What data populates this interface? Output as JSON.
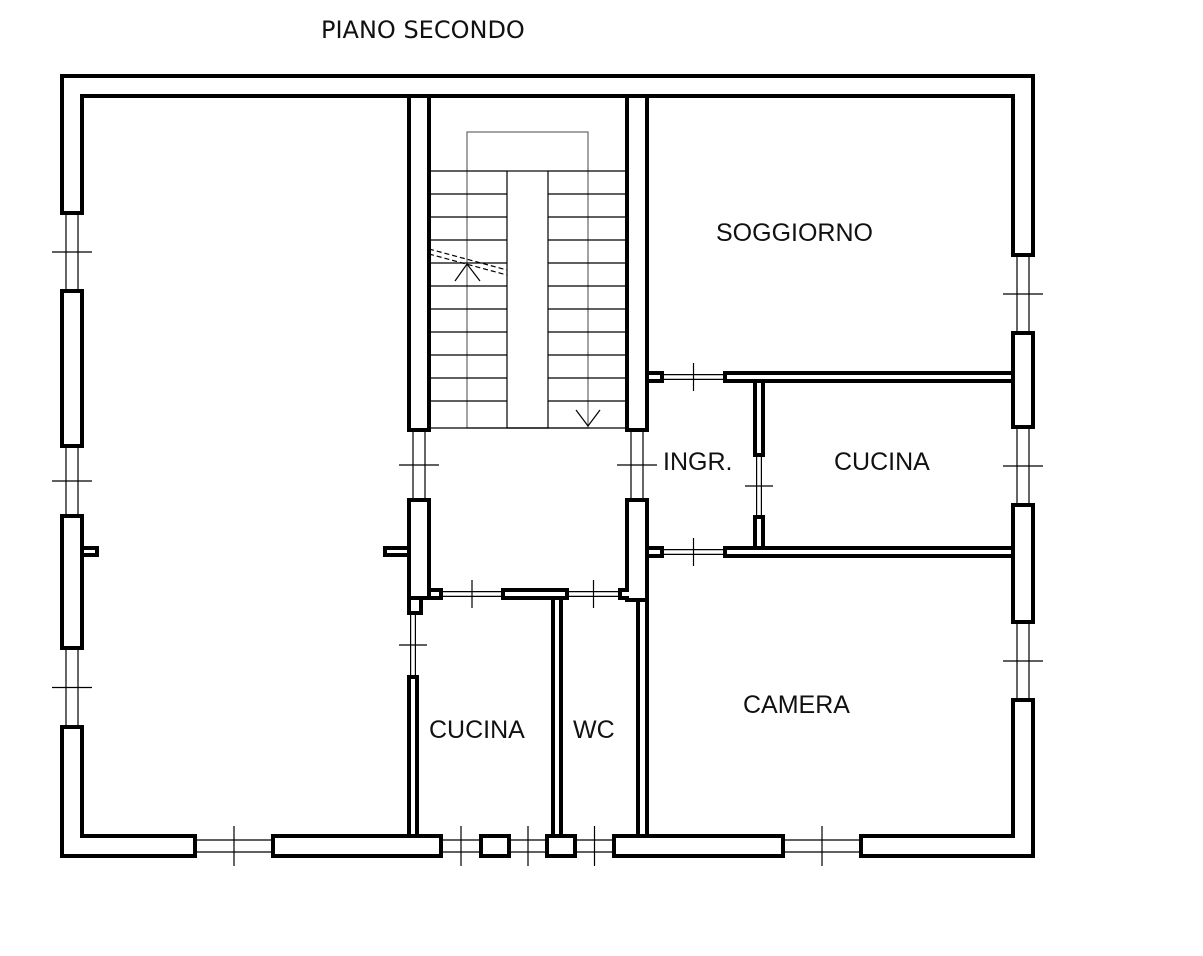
{
  "title": "PIANO SECONDO",
  "rooms": {
    "soggiorno": "SOGGIORNO",
    "ingresso": "INGR.",
    "cucina_right": "CUCINA",
    "camera": "CAMERA",
    "cucina_left": "CUCINA",
    "wc": "WC"
  },
  "colors": {
    "wall": "#000000",
    "background": "#ffffff"
  }
}
